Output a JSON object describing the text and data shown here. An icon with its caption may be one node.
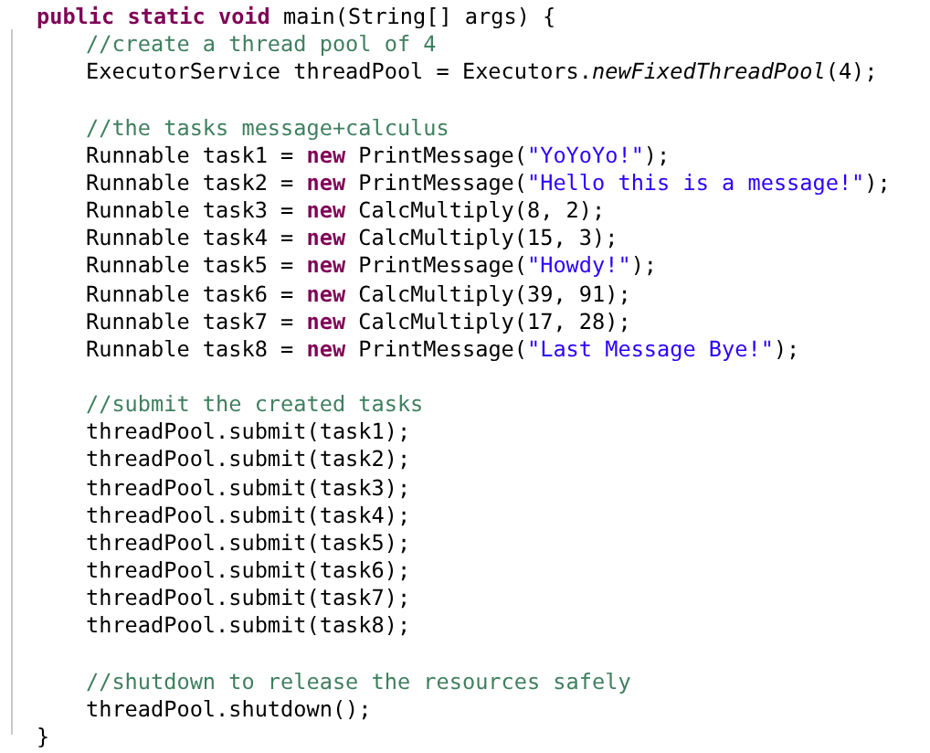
{
  "diagram": {
    "labels": [
      "**public** **static** **void** main(String[] args) {",
      "//create a thread pool of 4",
      "ExecutorService threadPool = Executors.*newFixedThreadPool*(4);",
      "//the tasks message+calculus",
      "Runnable task1 = **new** PrintMessage(\"YoYoYo!\");",
      "Runnable task2 = **new** PrintMessage(\"Hello this is a message!\");",
      "Runnable task3 = **new** CalcMultiply(8, 2);",
      "Runnable task4 = **new** CalcMultiply(15, 3);",
      "Runnable task5 = **new** PrintMessage(\"Howdy!\");",
      "Runnable task6 = **new** CalcMultiply(39, 91);",
      "Runnable task7 = **new** CalcMultiply(17, 28);",
      "Runnable task8 = **new** PrintMessage(\"Last Message Bye!\");",
      "//submit the created tasks",
      "threadPool.submit(task1);",
      "threadPool.submit(task2);",
      "threadPool.submit(task3);",
      "threadPool.submit(task4);",
      "threadPool.submit(task5);",
      "threadPool.submit(task6);",
      "threadPool.submit(task7);",
      "threadPool.submit(task8);",
      "//shutdown to release the resources safely",
      "threadPool.shutdown();",
      "}"
    ]
  }
}
